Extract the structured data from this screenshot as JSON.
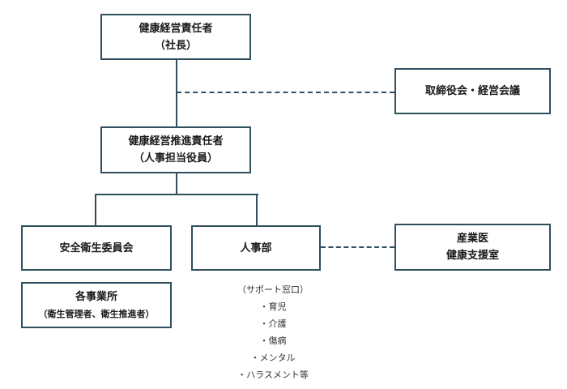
{
  "ceo_box": {
    "title": "健康経営責任者",
    "subtitle": "（社長）"
  },
  "board_box": {
    "title": "取締役会・経営会議"
  },
  "promotion_box": {
    "title": "健康経営推進責任者",
    "subtitle": "（人事担当役員）"
  },
  "safety_committee_box": {
    "title": "安全衛生委員会"
  },
  "hr_box": {
    "title": "人事部"
  },
  "occupational_doctor_box": {
    "line1": "産業医",
    "line2": "健康支援室"
  },
  "offices_box": {
    "title": "各事業所",
    "subtitle": "（衛生管理者、衛生推進者）"
  },
  "support_notes": {
    "heading": "（サポート窓口）",
    "items": [
      "・育児",
      "・介護",
      "・傷病",
      "・メンタル",
      "・ハラスメント等"
    ]
  }
}
